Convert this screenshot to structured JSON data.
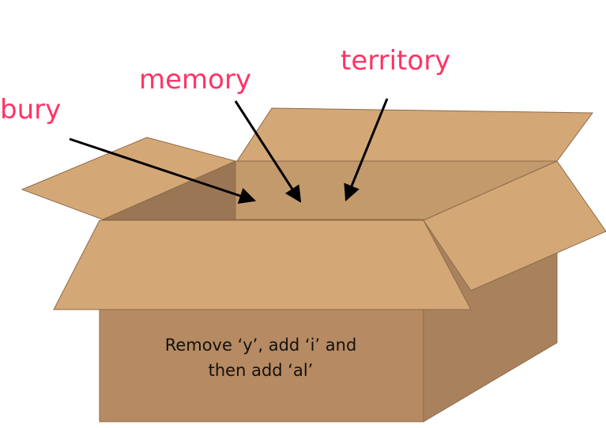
{
  "words": [
    {
      "text": "bury"
    },
    {
      "text": "memory"
    },
    {
      "text": "territory"
    }
  ],
  "instruction": {
    "line1": "Remove ‘y’, add ‘i’ and",
    "line2": "then add ‘al’"
  },
  "colors": {
    "word": "#ff3366",
    "arrow": "#000000",
    "box_front": "#b68a62",
    "box_side": "#a9825d",
    "flap": "#d4a876",
    "box_inside_back": "#c89f70",
    "box_inside_dark": "#9a7655",
    "outline": "#8c6a4a"
  }
}
